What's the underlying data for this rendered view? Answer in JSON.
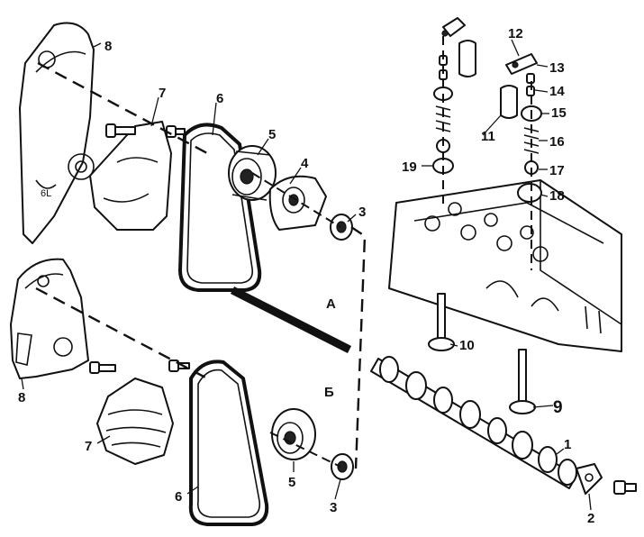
{
  "labels": {
    "n1": "1",
    "n2": "2",
    "n3a": "3",
    "n3b": "3",
    "n4": "4",
    "n5a": "5",
    "n5b": "5",
    "n6a": "6",
    "n6b": "6",
    "n7a": "7",
    "n7b": "7",
    "n8a": "8",
    "n8b": "8",
    "n9": "9",
    "n10": "10",
    "n11": "11",
    "n12": "12",
    "n13": "13",
    "n14": "14",
    "n15": "15",
    "n16": "16",
    "n17": "17",
    "n18": "18",
    "n19": "19",
    "variantA": "А",
    "variantB": "Б"
  }
}
